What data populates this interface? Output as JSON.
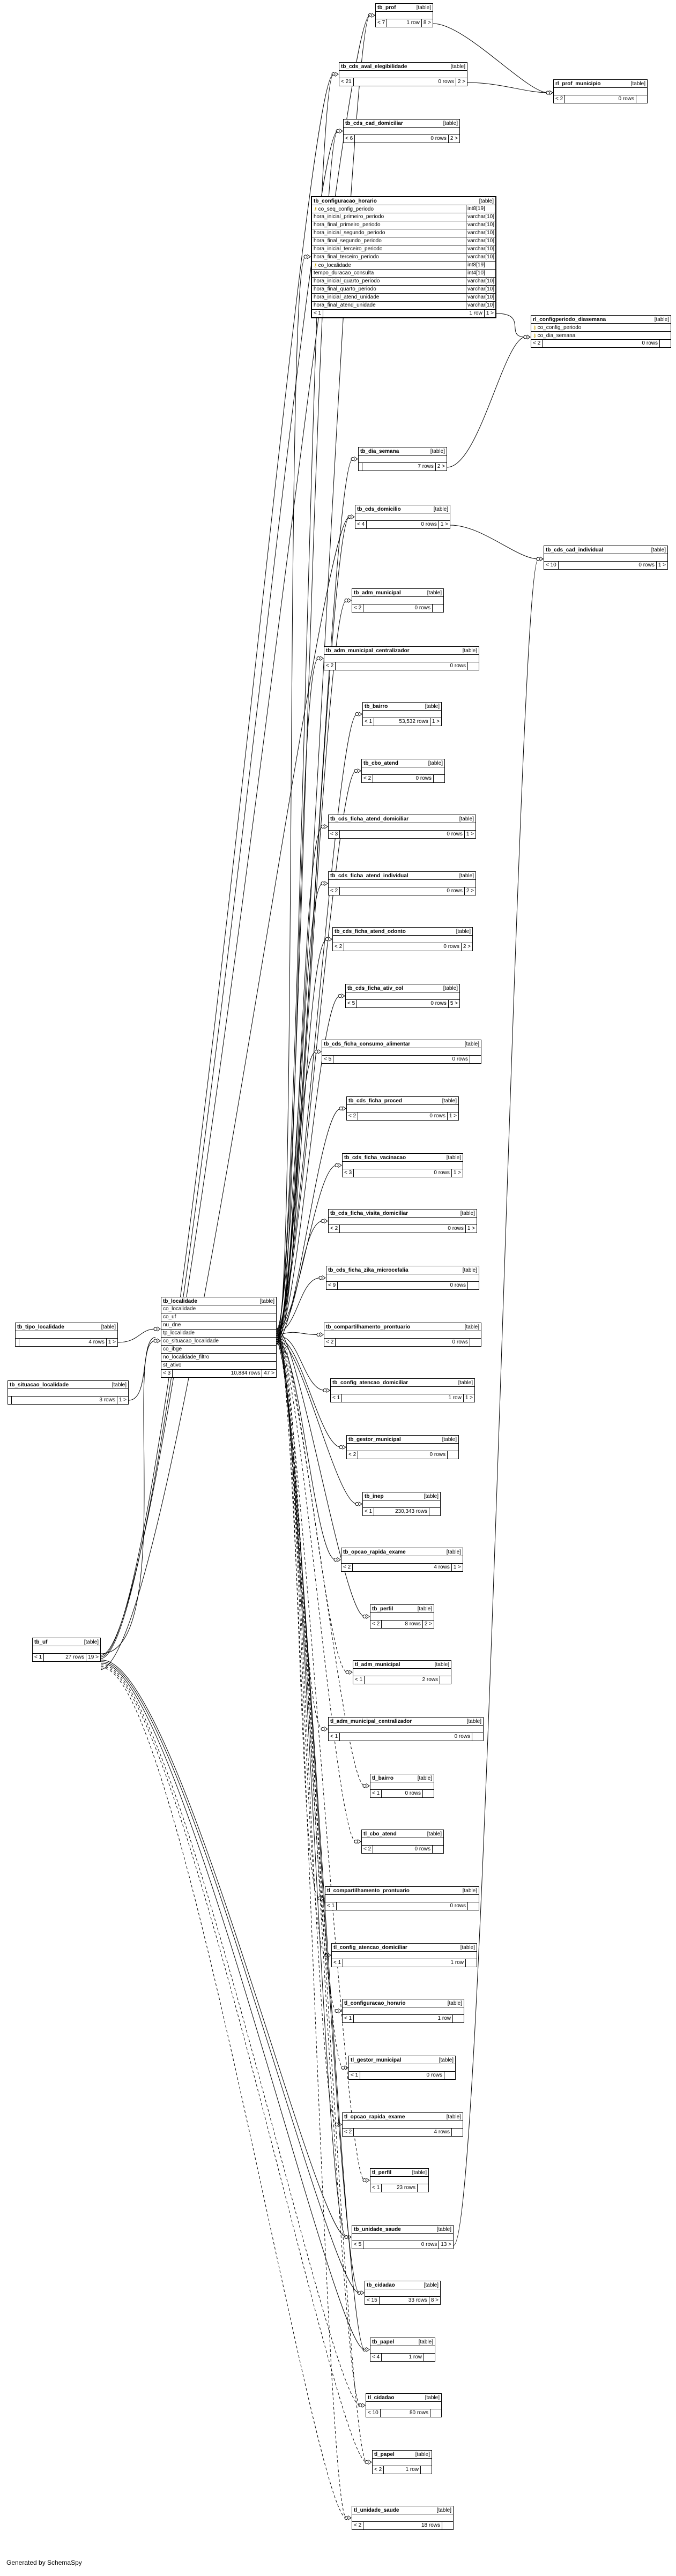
{
  "footer": "Generated by SchemaSpy",
  "kind_label": "[table]",
  "tables": {
    "tb_prof": {
      "name": "tb_prof",
      "children": "< 7",
      "rows": "1 row",
      "parents": "8 >"
    },
    "tb_cds_aval_elegibilidade": {
      "name": "tb_cds_aval_elegibilidade",
      "children": "< 21",
      "rows": "0 rows",
      "parents": "2 >"
    },
    "tb_cds_cad_domiciliar": {
      "name": "tb_cds_cad_domiciliar",
      "children": "< 6",
      "rows": "0 rows",
      "parents": "2 >"
    },
    "rl_prof_municipio": {
      "name": "rl_prof_municipio",
      "children": "< 2",
      "rows": "0 rows",
      "parents": ""
    },
    "tb_configuracao_horario": {
      "name": "tb_configuracao_horario",
      "children": "< 1",
      "rows": "1 row",
      "parents": "1 >",
      "columns": [
        {
          "key": "PK",
          "name": "co_seq_config_periodo",
          "type": "int8[19]"
        },
        {
          "key": "",
          "name": "hora_inicial_primeiro_periodo",
          "type": "varchar[10]"
        },
        {
          "key": "",
          "name": "hora_final_primeiro_periodo",
          "type": "varchar[10]"
        },
        {
          "key": "",
          "name": "hora_inicial_segundo_periodo",
          "type": "varchar[10]"
        },
        {
          "key": "",
          "name": "hora_final_segundo_periodo",
          "type": "varchar[10]"
        },
        {
          "key": "",
          "name": "hora_inicial_terceiro_periodo",
          "type": "varchar[10]"
        },
        {
          "key": "",
          "name": "hora_final_terceiro_periodo",
          "type": "varchar[10]"
        },
        {
          "key": "FK",
          "name": "co_localidade",
          "type": "int8[19]"
        },
        {
          "key": "",
          "name": "tempo_duracao_consulta",
          "type": "int4[10]"
        },
        {
          "key": "",
          "name": "hora_inicial_quarto_periodo",
          "type": "varchar[10]"
        },
        {
          "key": "",
          "name": "hora_final_quarto_periodo",
          "type": "varchar[10]"
        },
        {
          "key": "",
          "name": "hora_inicial_atend_unidade",
          "type": "varchar[10]"
        },
        {
          "key": "",
          "name": "hora_final_atend_unidade",
          "type": "varchar[10]"
        }
      ]
    },
    "rl_configperiodo_diasemana": {
      "name": "rl_configperiodo_diasemana",
      "children": "< 2",
      "rows": "0 rows",
      "parents": "",
      "columns": [
        {
          "key": "PK",
          "name": "co_config_periodo",
          "type": ""
        },
        {
          "key": "PK",
          "name": "co_dia_semana",
          "type": ""
        }
      ]
    },
    "tb_dia_semana": {
      "name": "tb_dia_semana",
      "children": "",
      "rows": "7 rows",
      "parents": "2 >"
    },
    "tb_cds_domicilio": {
      "name": "tb_cds_domicilio",
      "children": "< 4",
      "rows": "0 rows",
      "parents": "1 >"
    },
    "tb_cds_cad_individual": {
      "name": "tb_cds_cad_individual",
      "children": "< 10",
      "rows": "0 rows",
      "parents": "1 >"
    },
    "tb_adm_municipal": {
      "name": "tb_adm_municipal",
      "children": "< 2",
      "rows": "0 rows",
      "parents": ""
    },
    "tb_adm_municipal_centralizador": {
      "name": "tb_adm_municipal_centralizador",
      "children": "< 2",
      "rows": "0 rows",
      "parents": ""
    },
    "tb_bairro": {
      "name": "tb_bairro",
      "children": "< 1",
      "rows": "53,532 rows",
      "parents": "1 >"
    },
    "tb_cbo_atend": {
      "name": "tb_cbo_atend",
      "children": "< 2",
      "rows": "0 rows",
      "parents": ""
    },
    "tb_cds_ficha_atend_domiciliar": {
      "name": "tb_cds_ficha_atend_domiciliar",
      "children": "< 3",
      "rows": "0 rows",
      "parents": "1 >"
    },
    "tb_cds_ficha_atend_individual": {
      "name": "tb_cds_ficha_atend_individual",
      "children": "< 2",
      "rows": "0 rows",
      "parents": "2 >"
    },
    "tb_cds_ficha_atend_odonto": {
      "name": "tb_cds_ficha_atend_odonto",
      "children": "< 2",
      "rows": "0 rows",
      "parents": "2 >"
    },
    "tb_cds_ficha_ativ_col": {
      "name": "tb_cds_ficha_ativ_col",
      "children": "< 5",
      "rows": "0 rows",
      "parents": "5 >"
    },
    "tb_cds_ficha_consumo_alimentar": {
      "name": "tb_cds_ficha_consumo_alimentar",
      "children": "< 5",
      "rows": "0 rows",
      "parents": ""
    },
    "tb_cds_ficha_proced": {
      "name": "tb_cds_ficha_proced",
      "children": "< 2",
      "rows": "0 rows",
      "parents": "1 >"
    },
    "tb_cds_ficha_vacinacao": {
      "name": "tb_cds_ficha_vacinacao",
      "children": "< 3",
      "rows": "0 rows",
      "parents": "1 >"
    },
    "tb_cds_ficha_visita_domiciliar": {
      "name": "tb_cds_ficha_visita_domiciliar",
      "children": "< 2",
      "rows": "0 rows",
      "parents": "1 >"
    },
    "tb_cds_ficha_zika_microcefalia": {
      "name": "tb_cds_ficha_zika_microcefalia",
      "children": "< 9",
      "rows": "0 rows",
      "parents": ""
    },
    "tb_compartilhamento_prontuario": {
      "name": "tb_compartilhamento_prontuario",
      "children": "< 2",
      "rows": "0 rows",
      "parents": ""
    },
    "tb_config_atencao_domiciliar": {
      "name": "tb_config_atencao_domiciliar",
      "children": "< 1",
      "rows": "1 row",
      "parents": "1 >"
    },
    "tb_gestor_municipal": {
      "name": "tb_gestor_municipal",
      "children": "< 2",
      "rows": "0 rows",
      "parents": ""
    },
    "tb_inep": {
      "name": "tb_inep",
      "children": "< 1",
      "rows": "230,343 rows",
      "parents": ""
    },
    "tb_opcao_rapida_exame": {
      "name": "tb_opcao_rapida_exame",
      "children": "< 2",
      "rows": "4 rows",
      "parents": "1 >"
    },
    "tb_perfil": {
      "name": "tb_perfil",
      "children": "< 2",
      "rows": "8 rows",
      "parents": "2 >"
    },
    "tl_adm_municipal": {
      "name": "tl_adm_municipal",
      "children": "< 1",
      "rows": "2 rows",
      "parents": ""
    },
    "tl_adm_municipal_centralizador": {
      "name": "tl_adm_municipal_centralizador",
      "children": "< 1",
      "rows": "0 rows",
      "parents": ""
    },
    "tl_bairro": {
      "name": "tl_bairro",
      "children": "< 1",
      "rows": "0 rows",
      "parents": ""
    },
    "tl_cbo_atend": {
      "name": "tl_cbo_atend",
      "children": "< 2",
      "rows": "0 rows",
      "parents": ""
    },
    "tl_compartilhamento_prontuario": {
      "name": "tl_compartilhamento_prontuario",
      "children": "< 1",
      "rows": "0 rows",
      "parents": ""
    },
    "tl_config_atencao_domiciliar": {
      "name": "tl_config_atencao_domiciliar",
      "children": "< 1",
      "rows": "1 row",
      "parents": ""
    },
    "tl_configuracao_horario": {
      "name": "tl_configuracao_horario",
      "children": "< 1",
      "rows": "1 row",
      "parents": ""
    },
    "tl_gestor_municipal": {
      "name": "tl_gestor_municipal",
      "children": "< 1",
      "rows": "0 rows",
      "parents": ""
    },
    "tl_opcao_rapida_exame": {
      "name": "tl_opcao_rapida_exame",
      "children": "< 2",
      "rows": "4 rows",
      "parents": ""
    },
    "tl_perfil": {
      "name": "tl_perfil",
      "children": "< 1",
      "rows": "23 rows",
      "parents": ""
    },
    "tb_unidade_saude": {
      "name": "tb_unidade_saude",
      "children": "< 5",
      "rows": "0 rows",
      "parents": "13 >"
    },
    "tb_cidadao": {
      "name": "tb_cidadao",
      "children": "< 15",
      "rows": "33 rows",
      "parents": "8 >"
    },
    "tb_papel": {
      "name": "tb_papel",
      "children": "< 4",
      "rows": "1 row",
      "parents": ""
    },
    "tl_cidadao": {
      "name": "tl_cidadao",
      "children": "< 10",
      "rows": "80 rows",
      "parents": ""
    },
    "tl_papel": {
      "name": "tl_papel",
      "children": "< 2",
      "rows": "1 row",
      "parents": ""
    },
    "tl_unidade_saude": {
      "name": "tl_unidade_saude",
      "children": "< 2",
      "rows": "18 rows",
      "parents": ""
    },
    "tb_tipo_localidade": {
      "name": "tb_tipo_localidade",
      "children": "",
      "rows": "4 rows",
      "parents": "1 >"
    },
    "tb_situacao_localidade": {
      "name": "tb_situacao_localidade",
      "children": "",
      "rows": "3 rows",
      "parents": "1 >"
    },
    "tb_localidade": {
      "name": "tb_localidade",
      "children": "< 3",
      "rows": "10,884 rows",
      "parents": "47 >",
      "columns": [
        {
          "key": "",
          "name": "co_localidade",
          "type": ""
        },
        {
          "key": "",
          "name": "co_uf",
          "type": ""
        },
        {
          "key": "",
          "name": "nu_dne",
          "type": ""
        },
        {
          "key": "",
          "name": "tp_localidade",
          "type": ""
        },
        {
          "key": "",
          "name": "co_situacao_localidade",
          "type": ""
        },
        {
          "key": "",
          "name": "co_ibge",
          "type": ""
        },
        {
          "key": "",
          "name": "no_localidade_filtro",
          "type": ""
        },
        {
          "key": "",
          "name": "st_ativo",
          "type": ""
        }
      ]
    },
    "tb_uf": {
      "name": "tb_uf",
      "children": "< 1",
      "rows": "27 rows",
      "parents": "19 >"
    }
  }
}
